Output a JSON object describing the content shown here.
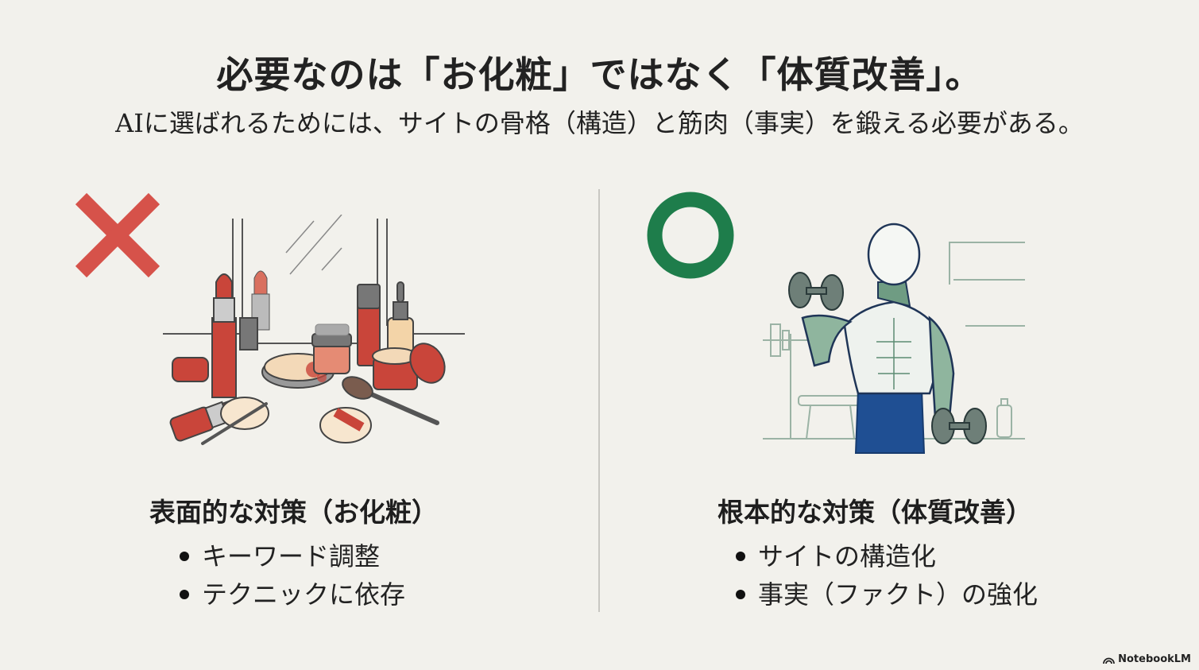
{
  "header": {
    "title": "必要なのは「お化粧」ではなく「体質改善」。",
    "subtitle": "AIに選ばれるためには、サイトの骨格（構造）と筋肉（事実）を鍛える必要がある。"
  },
  "left": {
    "mark": "cross-mark",
    "mark_color": "#d6524a",
    "illustration": "cosmetics-vanity",
    "heading": "表面的な対策（お化粧）",
    "bullets": [
      "キーワード調整",
      "テクニックに依存"
    ]
  },
  "right": {
    "mark": "circle-mark",
    "mark_color": "#1e7d4b",
    "illustration": "muscular-man-lifting-dumbbells",
    "heading": "根本的な対策（体質改善）",
    "bullets": [
      "サイトの構造化",
      "事実（ファクト）の強化"
    ]
  },
  "footer": {
    "brand": "NotebookLM"
  }
}
